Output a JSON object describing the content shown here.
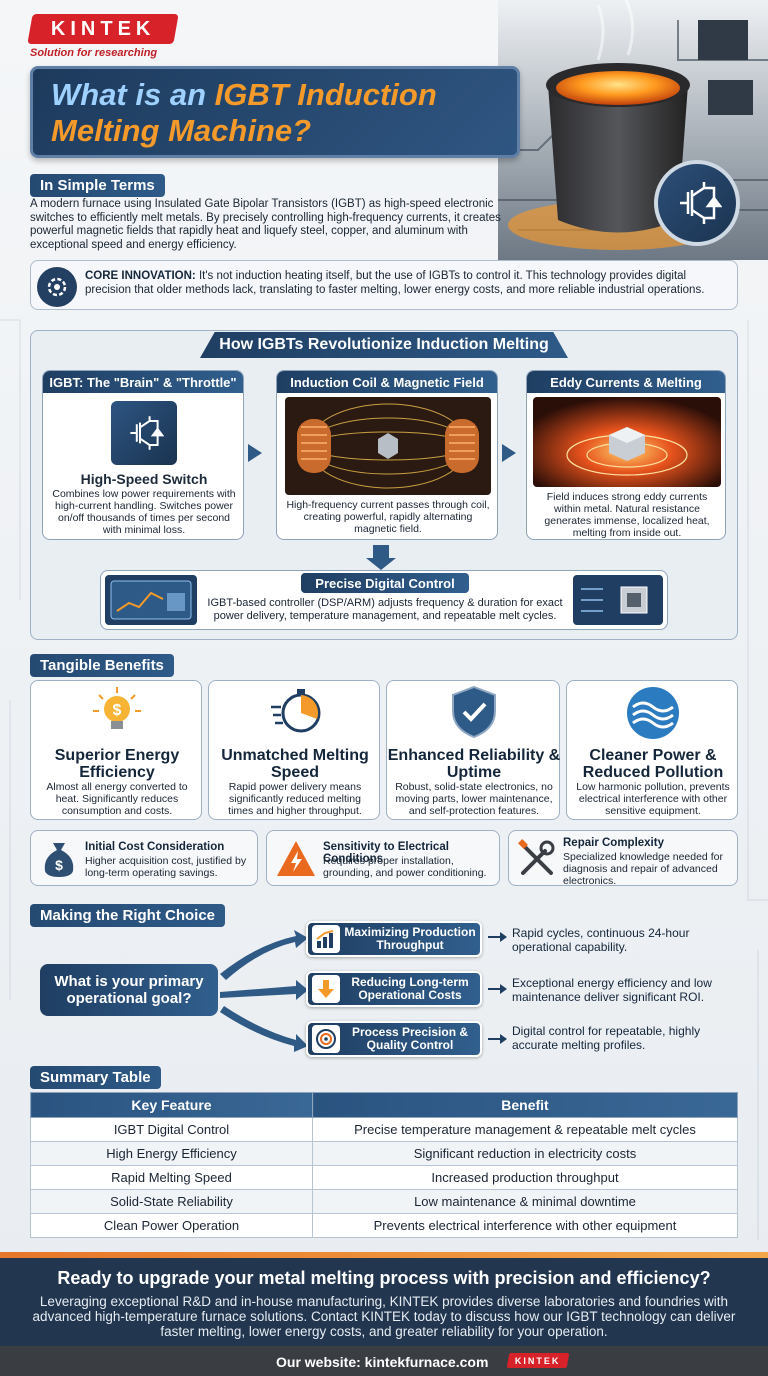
{
  "brand": {
    "name": "KINTEK",
    "tagline": "Solution for researching"
  },
  "title": {
    "part1": "What is an ",
    "highlight1": "IGBT Induction",
    "highlight2": "Melting Machine?"
  },
  "simple": {
    "label": "In Simple Terms",
    "text": "A modern furnace using Insulated Gate Bipolar Transistors (IGBT) as high-speed electronic switches to efficiently melt metals. By precisely controlling high-frequency currents, it creates powerful magnetic fields that rapidly heat and liquefy steel, copper, and aluminum with exceptional speed and energy efficiency."
  },
  "core": {
    "label": "CORE INNOVATION:",
    "text": " It's not induction heating itself, but the use of IGBTs to control it. This technology provides digital precision that older methods lack, translating to faster melting, lower energy costs, and more reliable industrial operations."
  },
  "how": {
    "title": "How IGBTs Revolutionize Induction Melting",
    "cards": [
      {
        "header": "IGBT: The \"Brain\" & \"Throttle\"",
        "subtitle": "High-Speed Switch",
        "text": "Combines low power requirements with high-current handling. Switches power on/off thousands of times per second with minimal loss."
      },
      {
        "header": "Induction Coil & Magnetic Field",
        "text": "High-frequency current passes through coil, creating powerful, rapidly alternating magnetic field."
      },
      {
        "header": "Eddy Currents & Melting",
        "text": "Field induces strong eddy currents within metal. Natural resistance generates immense, localized heat, melting from inside out."
      }
    ],
    "control": {
      "title": "Precise Digital Control",
      "text": "IGBT-based controller (DSP/ARM) adjusts frequency & duration for exact power delivery, temperature management, and repeatable melt cycles."
    }
  },
  "benefits": {
    "label": "Tangible Benefits",
    "items": [
      {
        "title": "Superior Energy Efficiency",
        "text": "Almost all energy converted to heat. Significantly reduces consumption and costs.",
        "icon": "lightbulb-dollar-icon"
      },
      {
        "title": "Unmatched Melting Speed",
        "text": "Rapid power delivery means significantly reduced melting times and higher throughput.",
        "icon": "stopwatch-icon"
      },
      {
        "title": "Enhanced Reliability & Uptime",
        "text": "Robust, solid-state electronics, no moving parts, lower maintenance, and self-protection features.",
        "icon": "shield-check-icon"
      },
      {
        "title": "Cleaner Power & Reduced Pollution",
        "text": "Low harmonic pollution, prevents electrical interference with other sensitive equipment.",
        "icon": "waves-icon"
      }
    ],
    "considerations": [
      {
        "title": "Initial Cost Consideration",
        "text": "Higher acquisition cost, justified by long-term operating savings.",
        "icon": "money-bag-icon"
      },
      {
        "title": "Sensitivity to Electrical Conditions",
        "text": "Requires proper installation, grounding, and power conditioning.",
        "icon": "warning-icon"
      },
      {
        "title": "Repair Complexity",
        "text": "Specialized knowledge needed for diagnosis and repair of advanced electronics.",
        "icon": "wrench-screwdriver-icon"
      }
    ]
  },
  "choice": {
    "label": "Making the Right Choice",
    "question": "What is your primary operational goal?",
    "options": [
      {
        "label": "Maximizing Production Throughput",
        "desc": "Rapid cycles, continuous 24-hour operational capability."
      },
      {
        "label": "Reducing Long-term Operational Costs",
        "desc": "Exceptional energy efficiency and low maintenance deliver significant ROI."
      },
      {
        "label": "Process Precision & Quality Control",
        "desc": "Digital control for repeatable, highly accurate melting profiles."
      }
    ]
  },
  "summary": {
    "label": "Summary Table",
    "headers": [
      "Key Feature",
      "Benefit"
    ],
    "rows": [
      [
        "IGBT Digital Control",
        "Precise temperature management & repeatable melt cycles"
      ],
      [
        "High Energy Efficiency",
        "Significant reduction in electricity costs"
      ],
      [
        "Rapid Melting Speed",
        "Increased production throughput"
      ],
      [
        "Solid-State Reliability",
        "Low maintenance & minimal downtime"
      ],
      [
        "Clean Power Operation",
        "Prevents electrical interference with other equipment"
      ]
    ]
  },
  "footer": {
    "headline": "Ready to upgrade your metal melting process with precision and efficiency?",
    "text": "Leveraging exceptional R&D and in-house manufacturing, KINTEK provides diverse laboratories and foundries with advanced high-temperature furnace solutions. Contact KINTEK today to discuss how our IGBT technology can deliver faster melting, lower energy costs, and greater reliability for your operation.",
    "website": "Our website: kintekfurnace.com"
  },
  "colors": {
    "navy": "#1f3e62",
    "orange": "#f39a2a",
    "red": "#d8222a"
  }
}
